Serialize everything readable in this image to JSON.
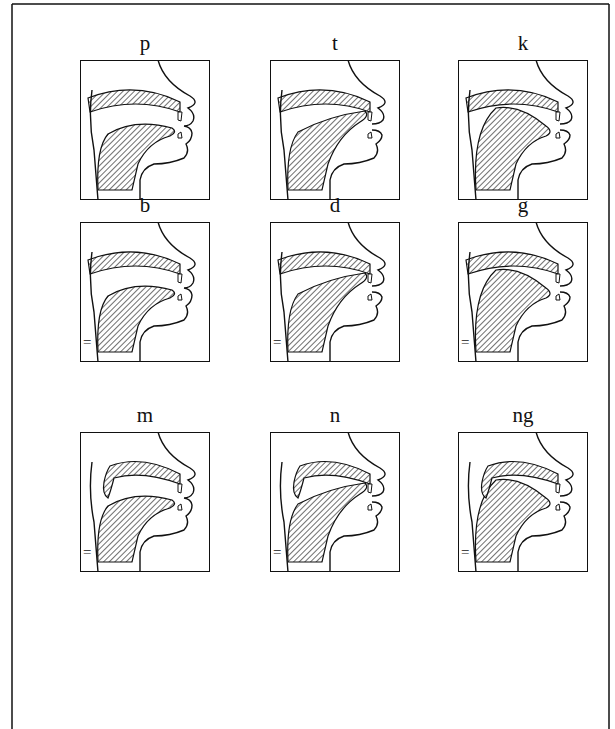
{
  "diagram": {
    "nodes": [
      {
        "text": [
          "p"
        ]
      },
      {
        "text": [
          "t"
        ]
      },
      {
        "text": [
          "k"
        ]
      },
      {
        "text": [
          "b"
        ]
      },
      {
        "text": [
          "d"
        ]
      },
      {
        "text": [
          "g"
        ]
      },
      {
        "text": [
          "m"
        ]
      },
      {
        "text": [
          "n"
        ]
      },
      {
        "text": [
          "ng"
        ]
      }
    ],
    "labels": [
      "=",
      "=",
      "=",
      "=",
      "=",
      "="
    ]
  }
}
